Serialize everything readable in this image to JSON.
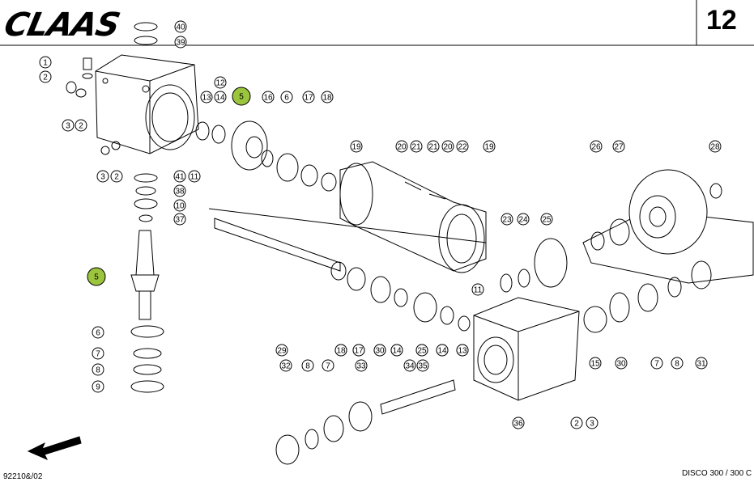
{
  "header": {
    "brand": "CLAAS",
    "page_number": "12"
  },
  "footer": {
    "doc_code": "92210&/02",
    "model": "DISCO 300 / 300 C"
  },
  "highlight_color": "#9bc53d",
  "callouts": [
    "40",
    "39",
    "1",
    "2",
    "12",
    "13",
    "14",
    "5",
    "16",
    "6",
    "17",
    "18",
    "3",
    "2",
    "3",
    "2",
    "11",
    "41",
    "38",
    "10",
    "37",
    "19",
    "20",
    "21",
    "21",
    "20",
    "22",
    "19",
    "26",
    "27",
    "28",
    "23",
    "24",
    "25",
    "11",
    "5",
    "18",
    "17",
    "30",
    "14",
    "25",
    "14",
    "13",
    "29",
    "6",
    "7",
    "8",
    "9",
    "18",
    "17",
    "30",
    "14",
    "25",
    "14",
    "13",
    "15",
    "30",
    "7",
    "8",
    "31",
    "32",
    "8",
    "7",
    "33",
    "34",
    "35",
    "2",
    "3",
    "36"
  ]
}
